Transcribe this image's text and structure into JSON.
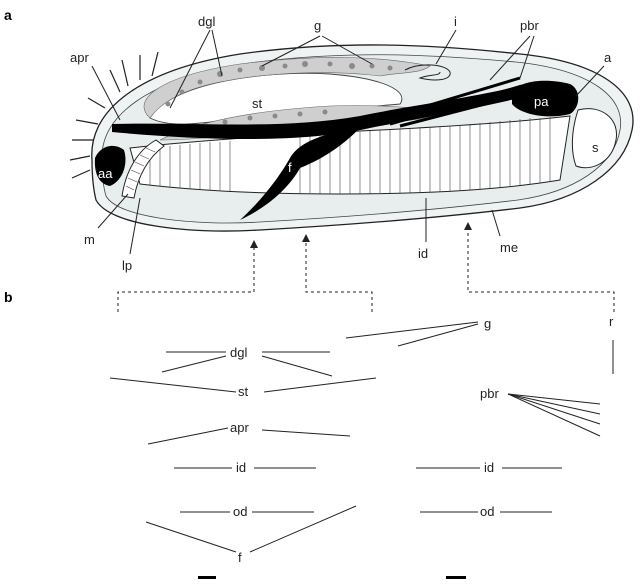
{
  "panels": {
    "a": "a",
    "b": "b"
  },
  "labels_a": {
    "dgl": "dgl",
    "g": "g",
    "i": "i",
    "pbr": "pbr",
    "apr": "apr",
    "a": "a",
    "st": "st",
    "pa": "pa",
    "aa": "aa",
    "f": "f",
    "s": "s",
    "m": "m",
    "lp": "lp",
    "id": "id",
    "me": "me"
  },
  "labels_b_left": {
    "dgl": "dgl",
    "st": "st",
    "apr": "apr",
    "id": "id",
    "od": "od",
    "f": "f"
  },
  "labels_b_right": {
    "g": "g",
    "r": "r",
    "pbr": "pbr",
    "id": "id",
    "od": "od"
  },
  "colors": {
    "outline": "#222222",
    "body_fill": "#e8eeee",
    "gland_fill": "#d6d6d6",
    "black_fill": "#000000"
  }
}
